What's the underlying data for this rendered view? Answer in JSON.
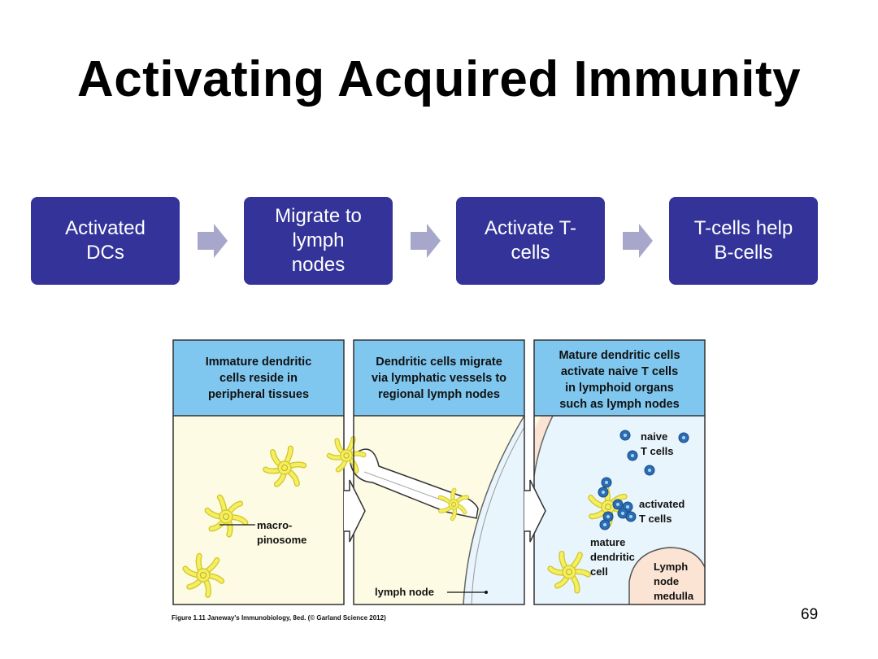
{
  "slide": {
    "title": "Activating Acquired Immunity",
    "page_number": "69"
  },
  "process_steps": [
    {
      "label": "Activated\nDCs"
    },
    {
      "label": "Migrate to\nlymph\nnodes"
    },
    {
      "label": "Activate T-\ncells"
    },
    {
      "label": "T-cells help\nB-cells"
    }
  ],
  "figure": {
    "panels": [
      {
        "header": [
          "Immature dendritic",
          "cells reside in",
          "peripheral tissues"
        ]
      },
      {
        "header": [
          "Dendritic cells migrate",
          "via lymphatic vessels to",
          "regional lymph nodes"
        ]
      },
      {
        "header": [
          "Mature dendritic cells",
          "activate naive T cells",
          "in lymphoid organs",
          "such as lymph nodes"
        ]
      }
    ],
    "labels": {
      "macropinosome_1": "macro-",
      "macropinosome_2": "pinosome",
      "lymph_node": "lymph node",
      "naive_1": "naive",
      "naive_2": "T cells",
      "activated_1": "activated",
      "activated_2": "T cells",
      "mature_1": "mature",
      "mature_2": "dendritic",
      "mature_3": "cell",
      "medulla_1": "Lymph",
      "medulla_2": "node",
      "medulla_3": "medulla"
    },
    "caption": "Figure 1.11  Janeway's Immunobiology, 8ed. (© Garland Science 2012)"
  },
  "colors": {
    "step_fill": "#33339a",
    "arrow_fill": "#a7a7cc",
    "panel_header": "#7fc7ef",
    "tissue_bg": "#fdfbe3",
    "lymph_bg": "#e8f5fc",
    "medulla": "#fbe4d4",
    "dendritic_cell": "#f5ee5f",
    "t_cell": "#2a6db5"
  }
}
